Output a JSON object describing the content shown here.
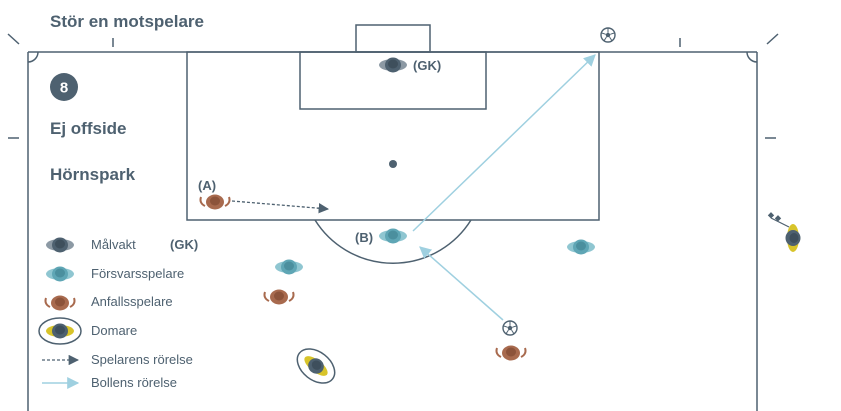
{
  "title": "Stör en motspelare",
  "badge_number": "8",
  "situation": "Ej offside",
  "restart": "Hörnspark",
  "labels": {
    "goalkeeper_tag": "(GK)",
    "player_a": "(A)",
    "player_b": "(B)"
  },
  "legend": {
    "goalkeeper": "Målvakt",
    "goalkeeper_tag": "(GK)",
    "defender": "Försvarsspelare",
    "attacker": "Anfallsspelare",
    "referee": "Domare",
    "player_movement": "Spelarens rörelse",
    "ball_movement": "Bollens rörelse"
  },
  "colors": {
    "lines": "#4e6170",
    "goalkeeper": "#4e6170",
    "defender": "#5fa6b5",
    "attacker": "#a86a4e",
    "referee_shirt": "#d8c42a",
    "ball_path": "#9fd0e0"
  },
  "icons": [
    "football-icon",
    "corner-flag-icon"
  ]
}
